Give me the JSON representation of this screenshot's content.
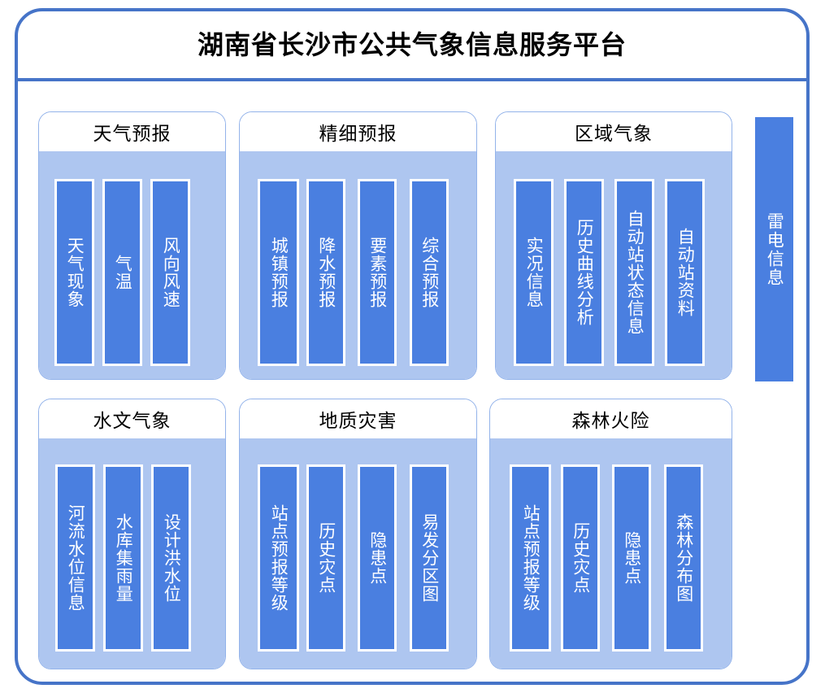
{
  "header": {
    "title": "湖南省长沙市公共气象信息服务平台"
  },
  "colors": {
    "frame_border": "#4674c8",
    "panel_border": "#93b3ea",
    "panel_body": "#aec6f0",
    "bar_fill": "#4a7fe0",
    "bar_border": "#ffffff",
    "bar_text": "#ffffff",
    "title_text": "#000000"
  },
  "side_module": {
    "label": "雷电信息"
  },
  "panels": [
    {
      "id": "weather-forecast",
      "title": "天气预报",
      "items": [
        {
          "label": "天气现象"
        },
        {
          "label": "气温"
        },
        {
          "label": "风向风速"
        }
      ]
    },
    {
      "id": "fine-forecast",
      "title": "精细预报",
      "items": [
        {
          "label": "城镇预报"
        },
        {
          "label": "降水预报"
        },
        {
          "label": "要素预报"
        },
        {
          "label": "综合预报"
        }
      ]
    },
    {
      "id": "regional-meteorology",
      "title": "区域气象",
      "items": [
        {
          "label": "实况信息"
        },
        {
          "label": "历史曲线分析"
        },
        {
          "label": "自动站状态信息"
        },
        {
          "label": "自动站资料"
        }
      ]
    },
    {
      "id": "hydro-meteorology",
      "title": "水文气象",
      "items": [
        {
          "label": "河流水位信息"
        },
        {
          "label": "水库集雨量"
        },
        {
          "label": "设计洪水位"
        }
      ]
    },
    {
      "id": "geological-hazard",
      "title": "地质灾害",
      "items": [
        {
          "label": "站点预报等级"
        },
        {
          "label": "历史灾点"
        },
        {
          "label": "隐患点"
        },
        {
          "label": "易发分区图"
        }
      ]
    },
    {
      "id": "forest-fire-risk",
      "title": "森林火险",
      "items": [
        {
          "label": "站点预报等级"
        },
        {
          "label": "历史灾点"
        },
        {
          "label": "隐患点"
        },
        {
          "label": "森林分布图"
        }
      ]
    }
  ]
}
